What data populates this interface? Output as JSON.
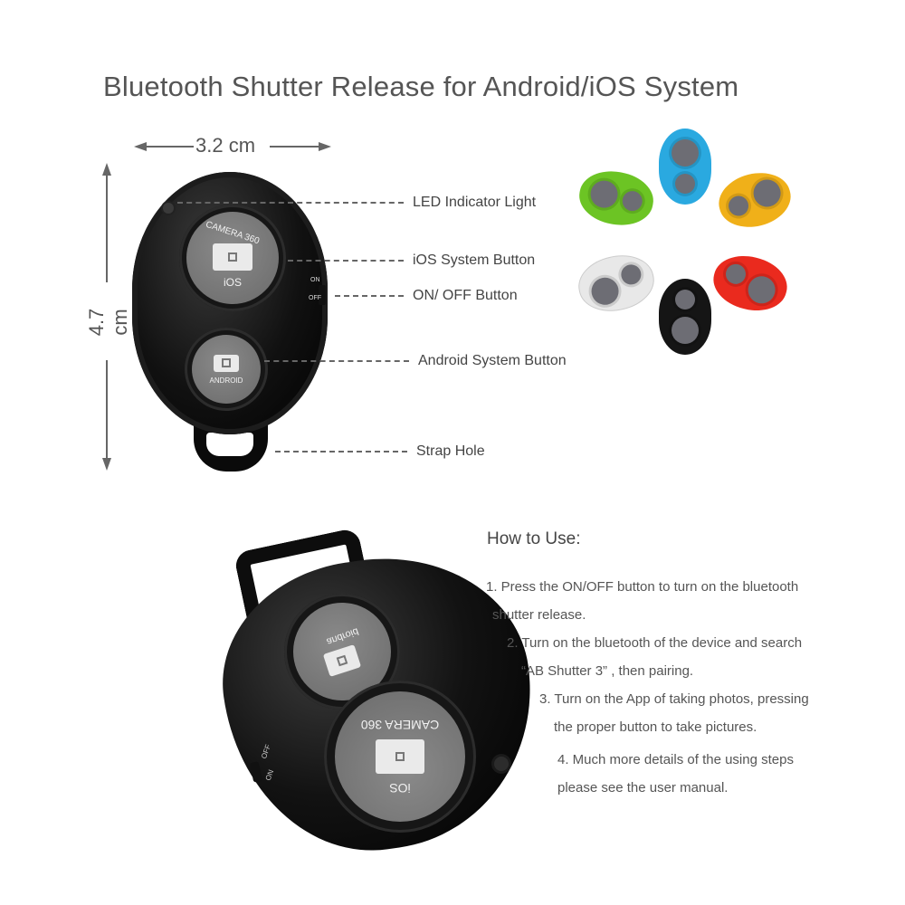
{
  "title": "Bluetooth Shutter Release for Android/iOS System",
  "dimensions": {
    "width_label": "3.2 cm",
    "height_label": "4.7 cm"
  },
  "callouts": [
    {
      "label": "LED Indicator Light"
    },
    {
      "label": "iOS System Button"
    },
    {
      "label": "ON/ OFF Button"
    },
    {
      "label": "Android System Button"
    },
    {
      "label": "Strap Hole"
    }
  ],
  "remote": {
    "ios_button_top_text": "CAMERA 360",
    "ios_button_bottom_text": "iOS",
    "android_button_text": "android",
    "switch_on": "ON",
    "switch_off": "OFF",
    "body_color": "#111111",
    "button_color": "#777777"
  },
  "color_variants": [
    {
      "name": "blue",
      "color": "#2aa9e0"
    },
    {
      "name": "green",
      "color": "#6cc424"
    },
    {
      "name": "yellow",
      "color": "#f0b019"
    },
    {
      "name": "white",
      "color": "#e8e8e8"
    },
    {
      "name": "black",
      "color": "#151515"
    },
    {
      "name": "red",
      "color": "#ea2a1e"
    }
  ],
  "how_to_use": {
    "heading": "How to Use:",
    "steps": [
      {
        "line1": "1. Press the ON/OFF button to turn on the bluetooth",
        "line2": "shutter release."
      },
      {
        "line1": "2. Turn on the bluetooth of the device and search",
        "line2": "“AB Shutter 3” , then pairing."
      },
      {
        "line1": "3. Turn on the App of taking photos, pressing",
        "line2": "the proper button to take pictures."
      },
      {
        "line1": "4. Much more details of the using steps",
        "line2": "please see the user manual."
      }
    ]
  },
  "remote_bottom": {
    "small_button_text": "android",
    "large_button_top_text": "iOS",
    "large_button_bottom_text": "CAMERA 360",
    "switch_on": "ON",
    "switch_off": "OFF"
  }
}
